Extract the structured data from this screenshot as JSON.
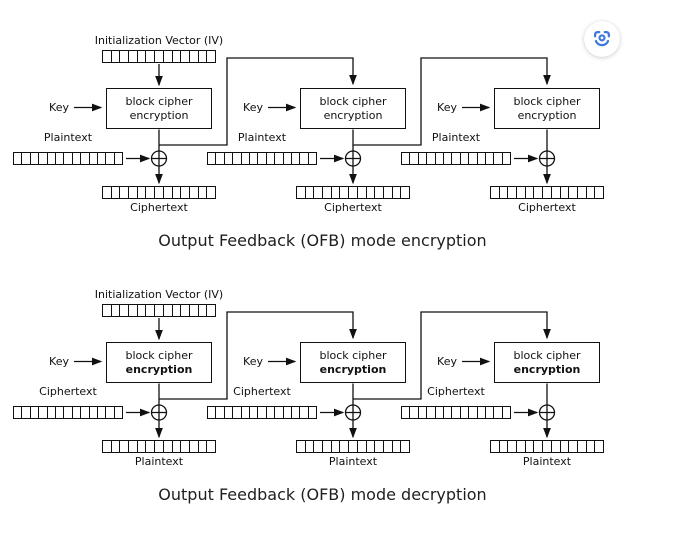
{
  "register_cells": 13,
  "colors": {
    "line": "#111111",
    "lens_blue": "#4078df"
  },
  "diagrams": [
    {
      "title": "Output Feedback (OFB) mode encryption",
      "iv_label": "Initialization Vector (IV)",
      "key_label": "Key",
      "box_line1": "block cipher",
      "box_line2": "encryption",
      "input_label": "Plaintext",
      "output_label": "Ciphertext"
    },
    {
      "title": "Output Feedback (OFB) mode decryption",
      "iv_label": "Initialization Vector (IV)",
      "key_label": "Key",
      "box_line1": "block cipher",
      "box_line2": "encryption",
      "input_label": "Ciphertext",
      "output_label": "Plaintext"
    }
  ]
}
